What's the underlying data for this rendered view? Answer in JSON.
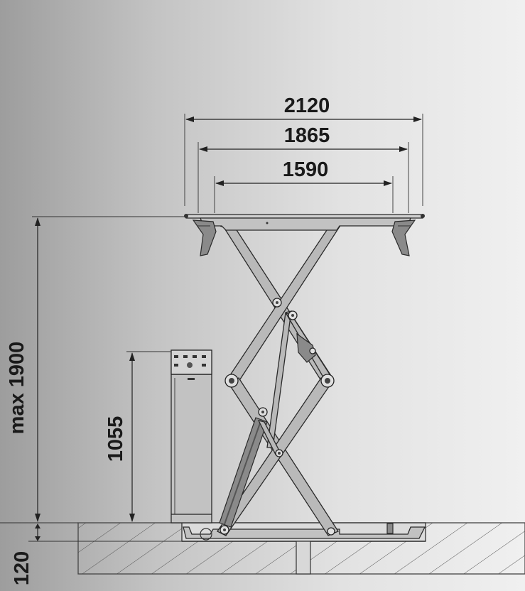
{
  "dimensions": {
    "overall_width": "2120",
    "outer_width": "1865",
    "inner_width": "1590",
    "max_height": "max 1900",
    "column_height": "1055",
    "pit_depth": "120"
  }
}
